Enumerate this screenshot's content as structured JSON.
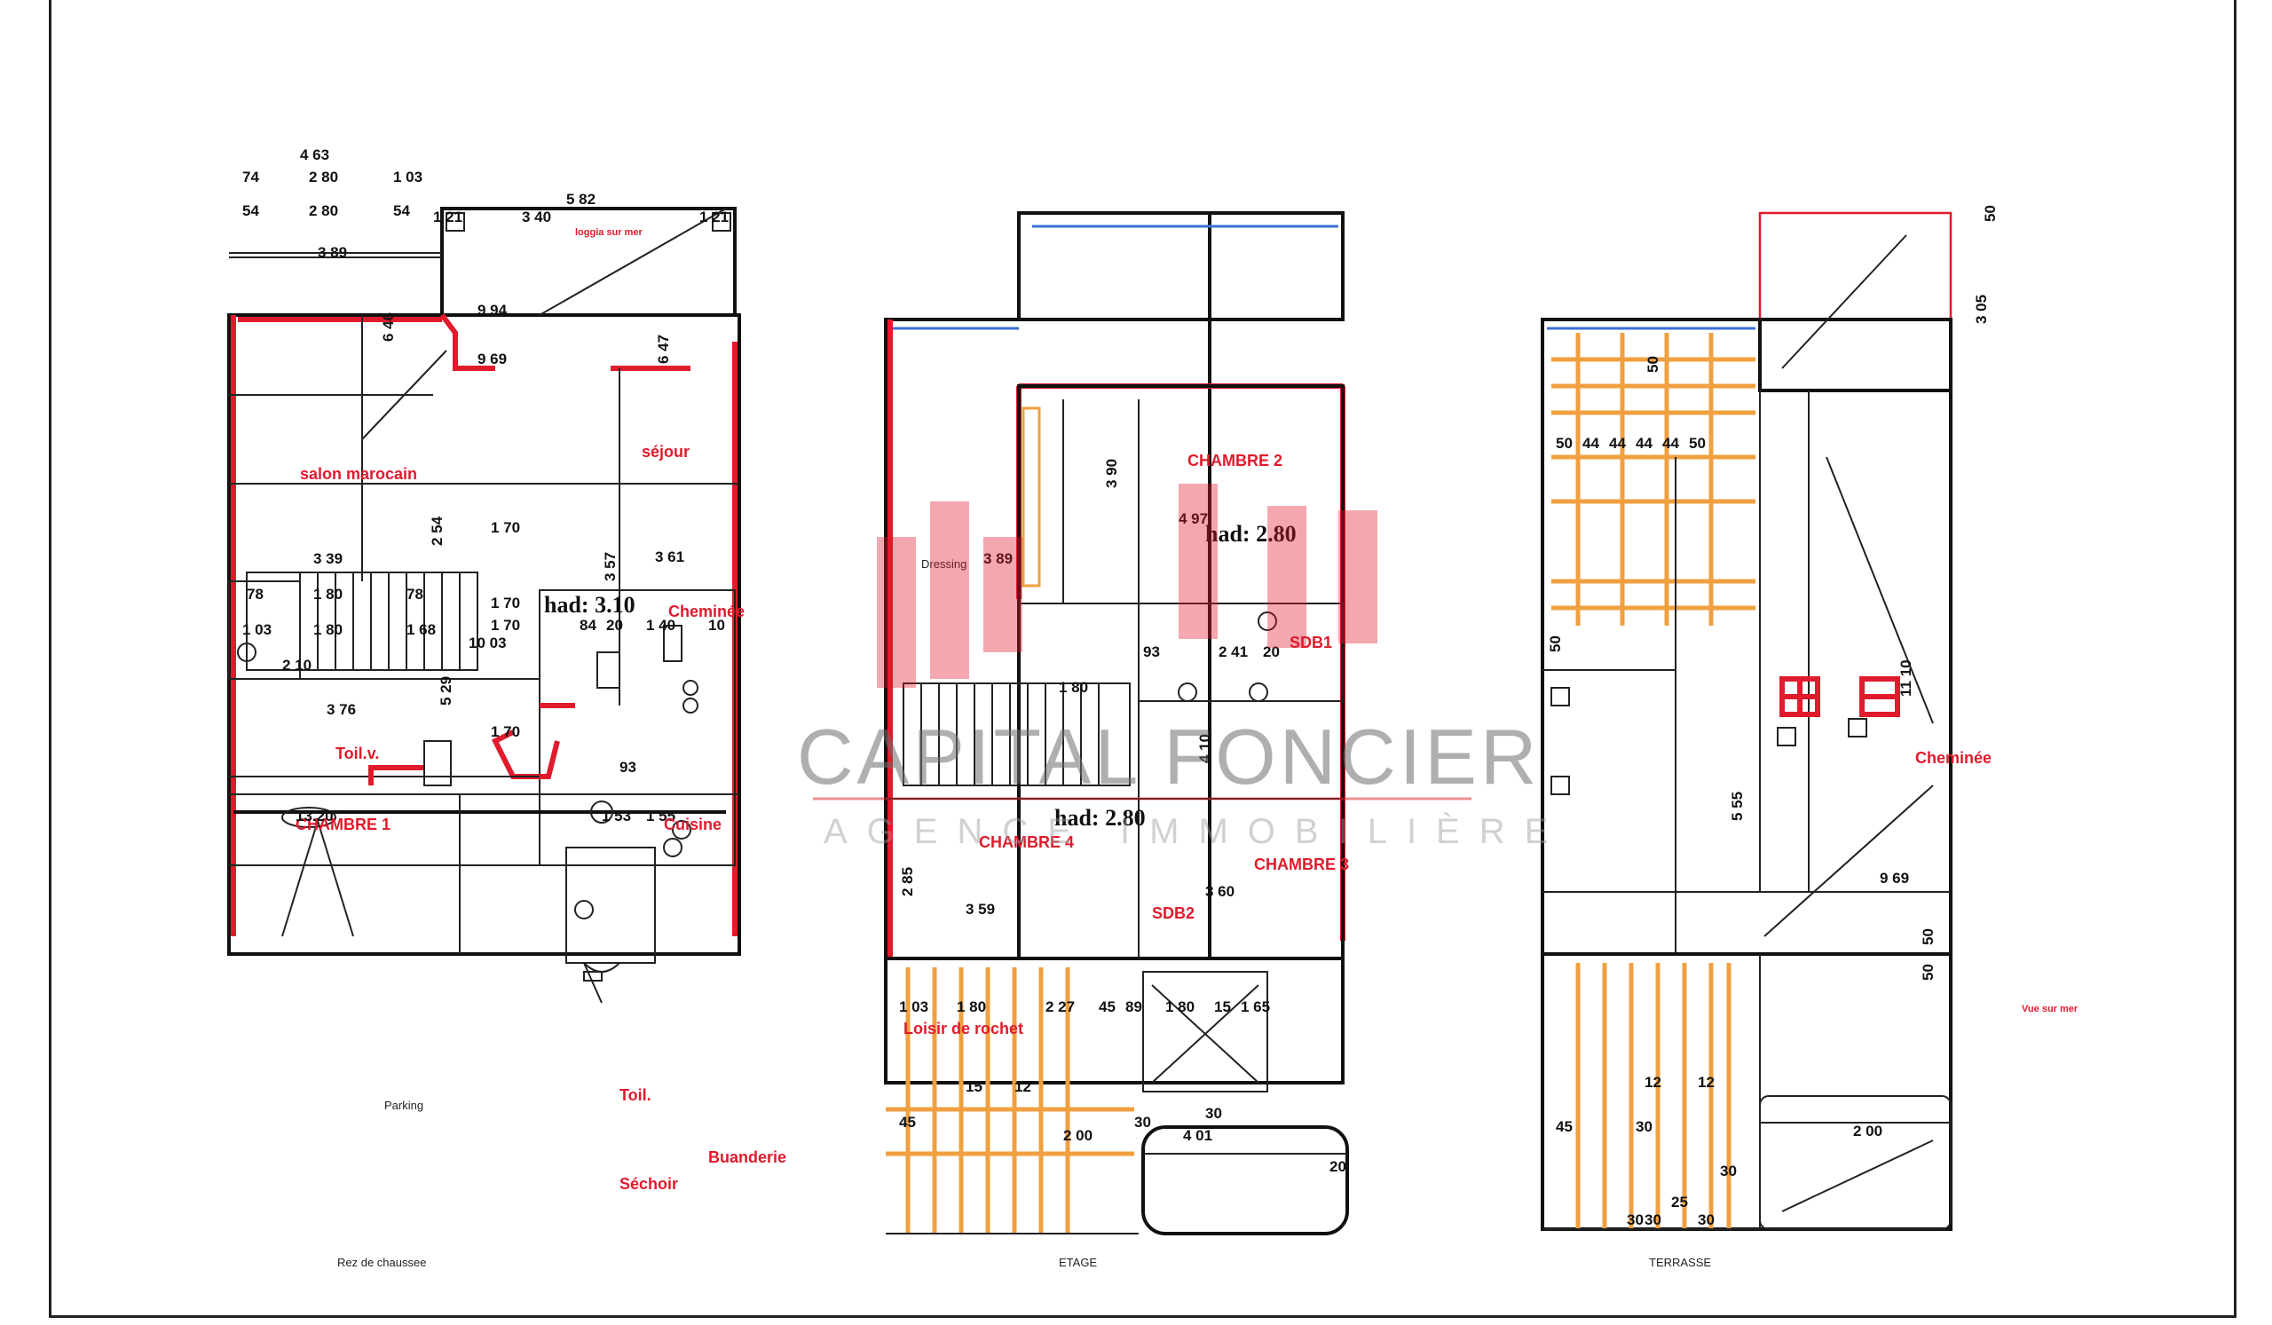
{
  "watermark": {
    "brand": "CAPITAL FONCIER",
    "tagline": "AGENCE IMMOBILIÈRE",
    "accent_color": "#e01b2c"
  },
  "plans": {
    "ground": {
      "caption": "Rez de chaussee",
      "rooms": {
        "loggia": "loggia sur mer",
        "salon": "salon marocain",
        "sejour": "séjour",
        "cheminee": "Cheminée",
        "toilet": "Toil.v.",
        "chambre1": "CHAMBRE 1",
        "cuisine": "Cuisine",
        "parking": "Parking",
        "toil2": "Toil.",
        "buanderie": "Buanderie",
        "sechoir": "Séchoir"
      },
      "height": "had: 3.10",
      "area_badge": "13.20",
      "dims": [
        "4 63",
        "74",
        "2 80",
        "1 03",
        "54",
        "2 80",
        "54",
        "5 82",
        "1 21",
        "3 40",
        "1 21",
        "3 89",
        "9 94",
        "6 46",
        "9 69",
        "6 47",
        "2 10",
        "1 70",
        "3 57",
        "3 61",
        "2 54",
        "3 39",
        "78",
        "1 80",
        "78",
        "1 70",
        "1 03",
        "1 80",
        "1 68",
        "1 70",
        "84",
        "20",
        "1 40",
        "10",
        "10 03",
        "3 76",
        "5 29",
        "1 70",
        "93",
        "1 53",
        "1 55"
      ]
    },
    "upper": {
      "caption": "ETAGE",
      "rooms": {
        "chambre2": "CHAMBRE 2",
        "chambre3": "CHAMBRE 3",
        "chambre4": "CHAMBRE 4",
        "sdb1": "SDB1",
        "sdb2": "SDB2",
        "dressing": "Dressing",
        "pergola": "Loisir de rochet"
      },
      "height_1": "had: 2.80",
      "height_2": "had: 2.80",
      "dims": [
        "3 90",
        "4 97",
        "3 89",
        "1 80",
        "93",
        "2 41",
        "20",
        "4 10",
        "2 85",
        "3 59",
        "3 60",
        "1 03",
        "1 80",
        "2 27",
        "45",
        "89",
        "1 80",
        "15",
        "1 65",
        "45",
        "15",
        "12",
        "2 00",
        "4 01",
        "30",
        "30",
        "20"
      ]
    },
    "roof": {
      "caption": "TERRASSE",
      "rooms": {
        "cheminee": "Cheminée",
        "vue": "Vue sur mer"
      },
      "dims": [
        "50",
        "3 05",
        "50",
        "50",
        "44",
        "44",
        "44",
        "44",
        "50",
        "50",
        "11 10",
        "5 55",
        "9 69",
        "50",
        "45",
        "30",
        "12",
        "12",
        "30",
        "2 00",
        "30",
        "25",
        "30",
        "30",
        "50"
      ]
    }
  }
}
